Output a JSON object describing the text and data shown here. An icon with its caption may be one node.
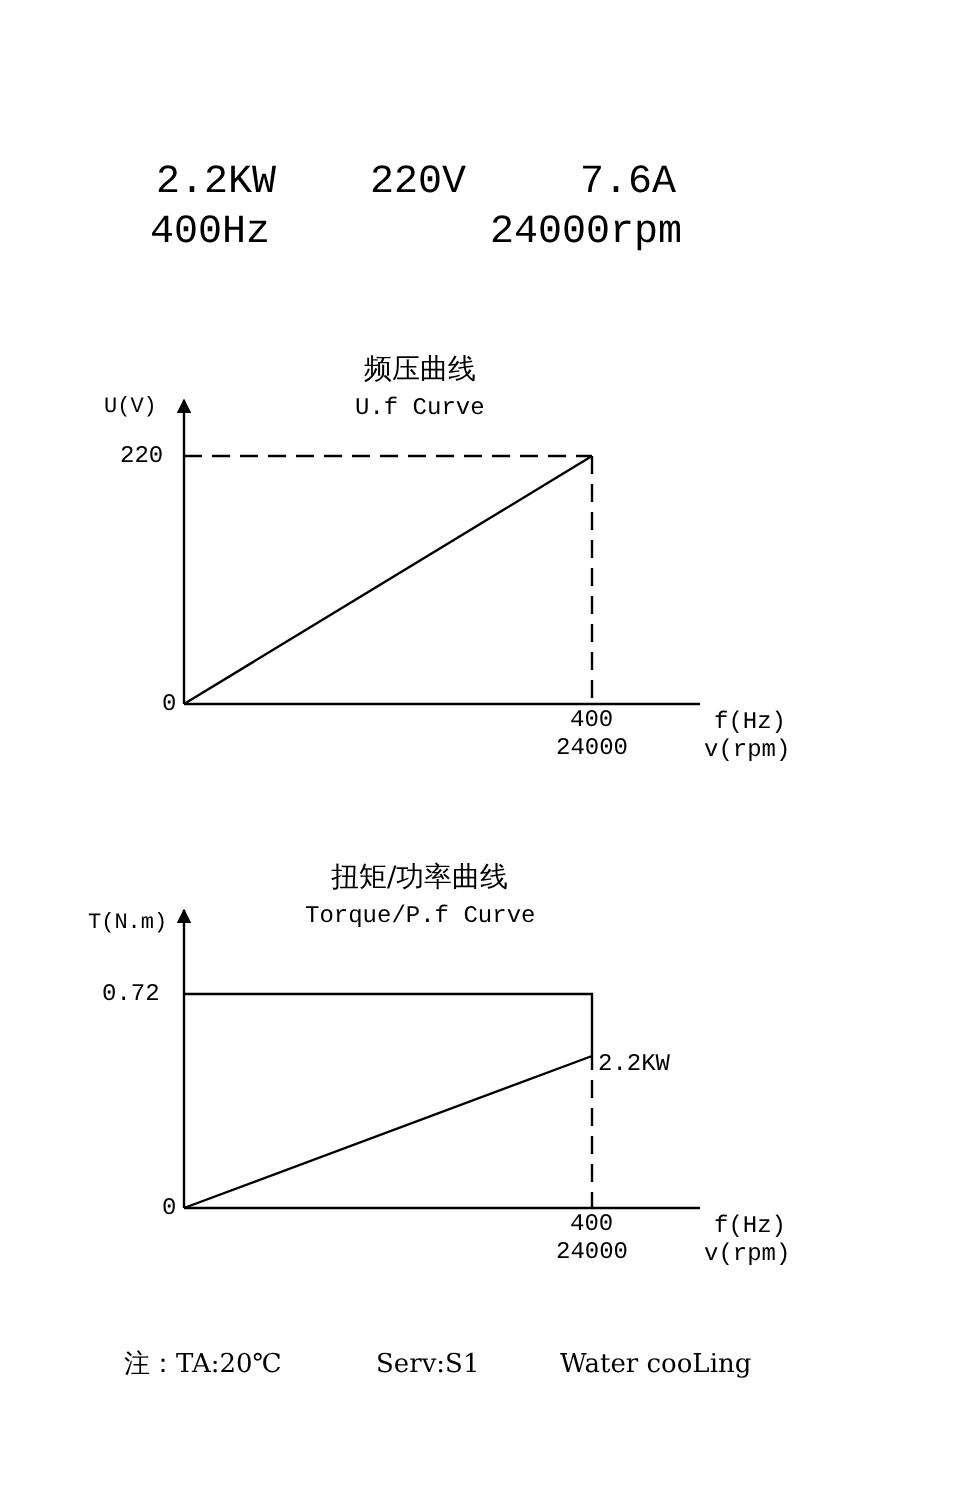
{
  "diagram": {
    "labels": [
      "2.2KW",
      "220V",
      "7.6A",
      "400Hz",
      "24000rpm",
      "频压曲线",
      "U.f Curve",
      "U(V)",
      "220",
      "0",
      "400",
      "24000",
      "f(Hz)",
      "v(rpm)",
      "扭矩/功率曲线",
      "Torque/P.f Curve",
      "T(N.m)",
      "0.72",
      "2.2KW",
      "0",
      "400",
      "24000",
      "f(Hz)",
      "v(rpm)",
      "注：TA:20℃",
      "Serv:S1",
      "Water cooLing"
    ]
  }
}
